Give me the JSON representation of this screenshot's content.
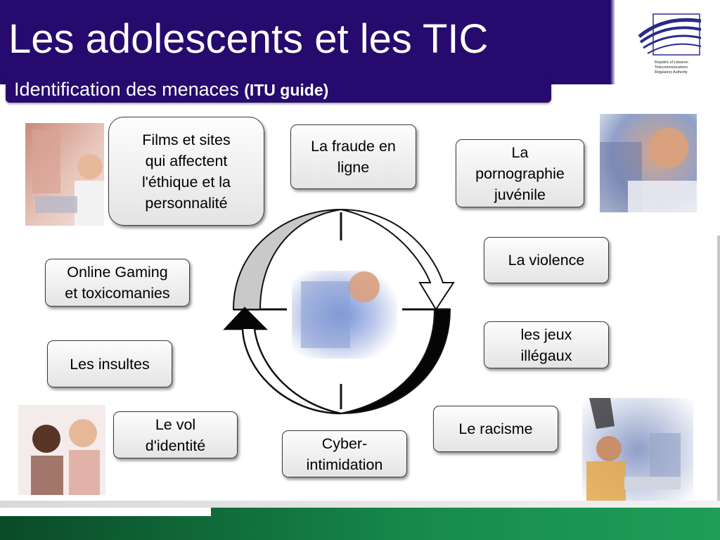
{
  "slide": {
    "title": "Les adolescents et les TIC",
    "subtitle_main": "Identification des menaces ",
    "subtitle_bold": "(ITU guide)",
    "logo_text": [
      "Republic of Lebanon",
      "Telecommunications",
      "Regulatory Authority"
    ]
  },
  "threats": {
    "films": [
      "Films et sites",
      "qui affectent",
      "l'éthique et la",
      "personnalité"
    ],
    "fraude": [
      "La fraude en",
      "ligne"
    ],
    "porno": [
      "La",
      "pornographie",
      "juvénile"
    ],
    "violence": [
      "La violence"
    ],
    "gaming": [
      "Online Gaming",
      "et toxicomanies"
    ],
    "jeux": [
      "les jeux",
      "illégaux"
    ],
    "insultes": [
      "Les insultes"
    ],
    "vol": [
      "Le vol",
      "d'identité"
    ],
    "racisme": [
      "Le racisme"
    ],
    "cyber": [
      "Cyber-",
      "intimidation"
    ]
  },
  "colors": {
    "header_navy": "#260a6e",
    "footer_green": "#178c4c",
    "box_border": "#3a3a3a"
  }
}
